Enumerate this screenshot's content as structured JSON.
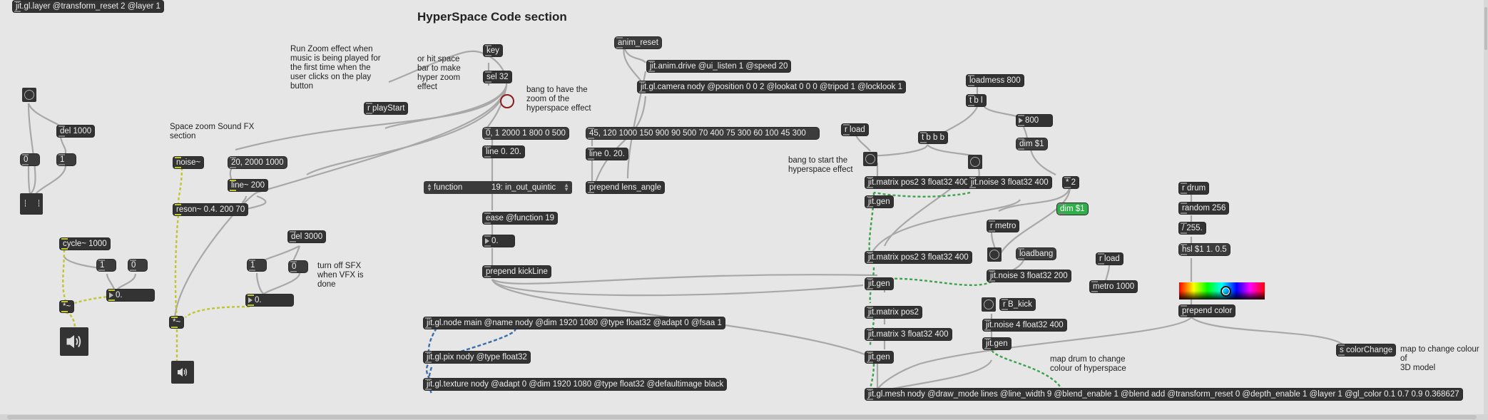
{
  "title": "HyperSpace Code section",
  "comments": {
    "run_zoom": "Run Zoom effect when\nmusic is being played for\nthe first time when the\nuser clicks on the play\nbutton",
    "space_bar": "or hit space\nbar to make\nhyper zoom\neffect",
    "bang_zoom": "bang to have the\nzoom of the\nhyperspace effect",
    "space_zoom_fx": "Space zoom Sound FX\nsection",
    "turn_off_sfx": "turn off SFX\nwhen VFX is\ndone",
    "bang_start": "bang to start the\nhyperspace effect",
    "map_drum": "map drum to change\ncolour of hyperspace",
    "map_change": "map to change colour of\n3D model"
  },
  "objects": {
    "layer": "jit.gl.layer @transform_reset 2 @layer 1",
    "key": "key",
    "sel32": "sel 32",
    "anim_reset": "anim_reset",
    "anim_drive": "jit.anim.drive @ui_listen 1 @speed 20",
    "camera": "jit.gl.camera nody @position 0 0 2 @lookat 0 0 0 @tripod 1 @locklook 1",
    "r_playstart": "r playStart",
    "msg_zoom1": "0, 1 2000 1 800 0 500",
    "msg_zoom2": "45, 120 1000 150 900 90 500 70 400 75 300 60 100 45 300",
    "line1": "line 0. 20.",
    "line2": "line 0. 20.",
    "prepend_lens": "prepend lens_angle",
    "function_menu": "function",
    "quintic_menu": "19: in_out_quintic",
    "ease": "ease @function 19",
    "ease_num": "0.",
    "prepend_kick": "prepend kickLine",
    "del1000": "del 1000",
    "num0a": "0",
    "num1a": "1",
    "noise": "noise~",
    "msg_2020": "20, 2000 1000",
    "line200": "line~ 200",
    "reson": "reson~ 0.4. 200 70",
    "del3000": "del 3000",
    "num1b": "1",
    "num0b": "0",
    "sig_b": "0.",
    "times_b": "*~",
    "cycle": "cycle~ 1000",
    "num1c": "1",
    "num0c": "0",
    "sig_a": "0.",
    "times_a": "*~",
    "loadmess": "loadmess 800",
    "tbl": "t b l",
    "n800": "800",
    "dim1": "dim $1",
    "tbbb": "t b b b",
    "r_load1": "r load",
    "matrix1": "jit.matrix pos2 3 float32 400",
    "noise1": "jit.noise 3 float32 400",
    "times2": "* 2",
    "dim_green": "dim $1",
    "gen1": "jit.gen",
    "r_metro": "r metro",
    "loadbang": "loadbang",
    "matrix2": "jit.matrix pos2 3 float32 400",
    "noise2": "jit.noise 3 float32 200",
    "gen2": "jit.gen",
    "r_load2": "r load",
    "metro": "metro 1000",
    "r_bkick": "r B_kick",
    "matrix3": "jit.matrix pos2",
    "matrix4": "jit.matrix 3 float32 400",
    "noise3": "jit.noise 4 float32 400",
    "gen3": "jit.gen",
    "gen4": "jit.gen",
    "node": "jit.gl.node main @name nody @dim 1920 1080 @type float32 @adapt 0 @fsaa 1",
    "pix": "jit.gl.pix nody @type float32",
    "texture": "jit.gl.texture nody @adapt 0 @dim 1920 1080 @type float32 @defaultimage black",
    "mesh": "jit.gl.mesh nody @draw_mode lines @line_width 9 @blend_enable 1 @blend add @transform_reset 0 @depth_enable 1 @layer 1 @gl_color 0.1 0.7 0.9 0.368627",
    "r_drum": "r drum",
    "random": "random 256",
    "div255": "/ 255.",
    "hsl": "hsl $1 1. 0.5",
    "prepend_color": "prepend color",
    "s_colorchange": "s colorChange"
  },
  "colors": {
    "canvas": "#e6e6e6",
    "object": "#333333",
    "patchcord": "#a8a8a8",
    "signal_cord": "#bfc630",
    "matrix_cord": "#3fa34d",
    "bang_ring": "#8a1c1c",
    "dim_active": "#2fae4a"
  },
  "icons": [
    "speaker-icon",
    "bang-icon",
    "toggle-icon",
    "colour-picker-icon"
  ]
}
